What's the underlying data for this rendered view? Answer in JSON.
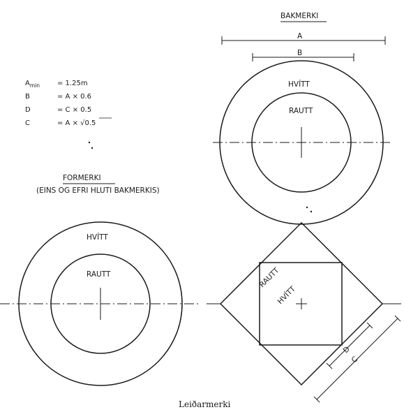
{
  "labels": {
    "bakmerki": "BAKMERKI",
    "formerki": "FORMERKI",
    "formerki_note": "(EINS OG EFRI HLUTI BAKMERKIS)",
    "caption": "Leiðarmerki"
  },
  "dimensions": {
    "a": "A",
    "b": "B",
    "c": "C",
    "d": "D"
  },
  "regions": {
    "white": "HVÍTT",
    "red": "RAUTT"
  },
  "formulas": [
    {
      "lhs": "A",
      "lhs_sub": "min",
      "rhs": "= 1.25m"
    },
    {
      "lhs": "B",
      "lhs_sub": "",
      "rhs": "= A × 0.6"
    },
    {
      "lhs": "D",
      "lhs_sub": "",
      "rhs": "= C × 0.5"
    },
    {
      "lhs": "C",
      "lhs_sub": "",
      "rhs": "= A × √0.5"
    }
  ]
}
